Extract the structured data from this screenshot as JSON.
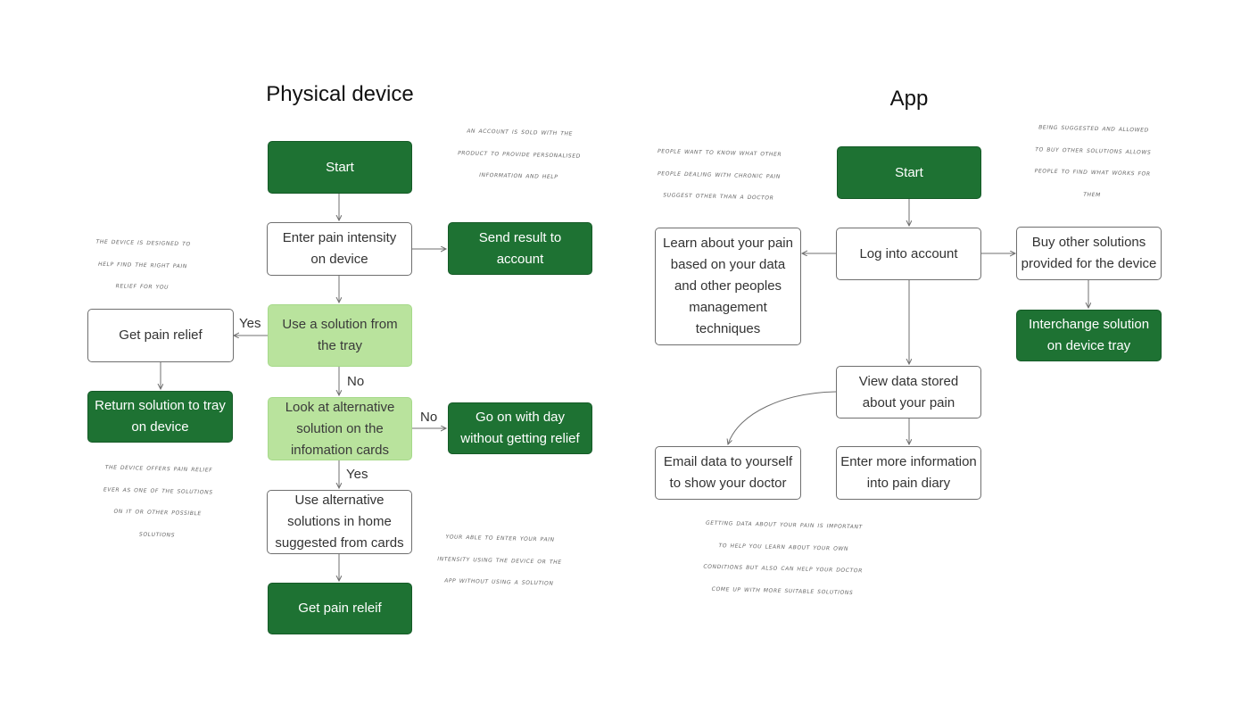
{
  "titles": {
    "physical": "Physical device",
    "app": "App"
  },
  "physical": {
    "start": "Start",
    "enter_pain": "Enter pain intensity\non device",
    "send_result": "Send result to\naccount",
    "use_solution": "Use a solution from\nthe tray",
    "get_relief_left": "Get pain relief",
    "return_solution": "Return solution to tray\non device",
    "look_alternative": "Look at alternative\nsolution on the\ninfomation cards",
    "go_on": "Go on with day\nwithout getting relief",
    "use_alternative": "Use alternative\nsolutions in home\nsuggested from cards",
    "get_releif": "Get pain releif",
    "label_yes_1": "Yes",
    "label_no_1": "No",
    "label_no_2": "No",
    "label_yes_2": "Yes"
  },
  "app": {
    "start": "Start",
    "log_in": "Log into account",
    "learn": "Learn about your pain\nbased on your data\nand other peoples\nmanagement\ntechniques",
    "buy": "Buy other solutions\nprovided for the device",
    "interchange": "Interchange solution\non device tray",
    "view_data": "View data stored\nabout your pain",
    "email": "Email data to yourself\nto show your doctor",
    "enter_more": "Enter more information\ninto pain diary"
  },
  "notes": {
    "account_sold": "an account is sold with the\nproduct to provide personalised\ninformation and help",
    "device_designed": "the device is designed to\nhelp find the right pain\nrelief for you",
    "device_offers": "the device offers pain relief\never as one of the solutions\non it or other possible\nsolutions",
    "able_to_enter": "your able to enter your pain\nintensity using the device or the\napp without using a solution",
    "people_want": "people want to know what other\npeople dealing with chronic pain\nsuggest other than a doctor",
    "being_suggested": "being suggested and allowed\nto buy other solutions allows\npeople to find what works for\nthem",
    "getting_data": "getting data about your pain is important\nto help you learn about your own\nconditions but also can help your doctor\ncome up with more suitable solutions"
  }
}
